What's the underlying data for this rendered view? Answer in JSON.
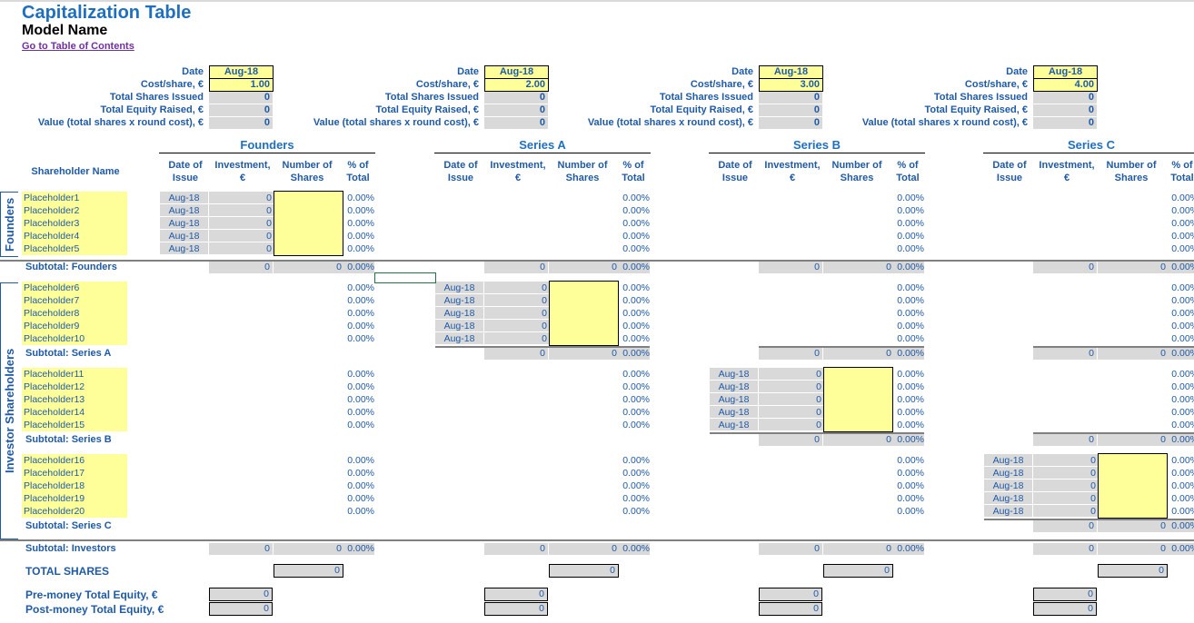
{
  "header": {
    "title": "Capitalization Table",
    "model_name": "Model Name",
    "toc_link": "Go to Table of Contents"
  },
  "summary_labels": {
    "date": "Date",
    "cost_share": "Cost/share, €",
    "total_shares": "Total Shares Issued",
    "total_equity": "Total Equity Raised, €",
    "value": "Value (total shares x round cost), €"
  },
  "rounds": [
    {
      "name": "Founders",
      "date": "Aug-18",
      "cost": "1.00",
      "total_shares": "0",
      "total_equity": "0",
      "value": "0"
    },
    {
      "name": "Series A",
      "date": "Aug-18",
      "cost": "2.00",
      "total_shares": "0",
      "total_equity": "0",
      "value": "0"
    },
    {
      "name": "Series B",
      "date": "Aug-18",
      "cost": "3.00",
      "total_shares": "0",
      "total_equity": "0",
      "value": "0"
    },
    {
      "name": "Series C",
      "date": "Aug-18",
      "cost": "4.00",
      "total_shares": "0",
      "total_equity": "0",
      "value": "0"
    }
  ],
  "col_headers": {
    "shareholder": "Shareholder Name",
    "date": "Date of Issue",
    "investment": "Investment, €",
    "shares": "Number of Shares",
    "pct": "% of Total"
  },
  "side_labels": {
    "founders": "Founders",
    "investors": "Investor Shareholders"
  },
  "groups": [
    {
      "subtotal": "Subtotal: Founders",
      "holders": [
        "Placeholder1",
        "Placeholder2",
        "Placeholder3",
        "Placeholder4",
        "Placeholder5"
      ]
    },
    {
      "subtotal": "Subtotal: Series A",
      "holders": [
        "Placeholder6",
        "Placeholder7",
        "Placeholder8",
        "Placeholder9",
        "Placeholder10"
      ]
    },
    {
      "subtotal": "Subtotal: Series B",
      "holders": [
        "Placeholder11",
        "Placeholder12",
        "Placeholder13",
        "Placeholder14",
        "Placeholder15"
      ]
    },
    {
      "subtotal": "Subtotal: Series C",
      "holders": [
        "Placeholder16",
        "Placeholder17",
        "Placeholder18",
        "Placeholder19",
        "Placeholder20"
      ]
    }
  ],
  "values": {
    "date": "Aug-18",
    "zero": "0",
    "pct": "0.00%"
  },
  "footer": {
    "subtotal_investors": "Subtotal: Investors",
    "total_shares": "TOTAL SHARES",
    "pre_money": "Pre-money Total Equity, €",
    "post_money": "Post-money Total Equity, €"
  },
  "colors": {
    "input_yellow": "#ffff99",
    "calc_gray": "#d9d9d9",
    "text_blue": "#1f5aa6",
    "title_blue": "#1f6fc0",
    "link_purple": "#7030a0"
  }
}
